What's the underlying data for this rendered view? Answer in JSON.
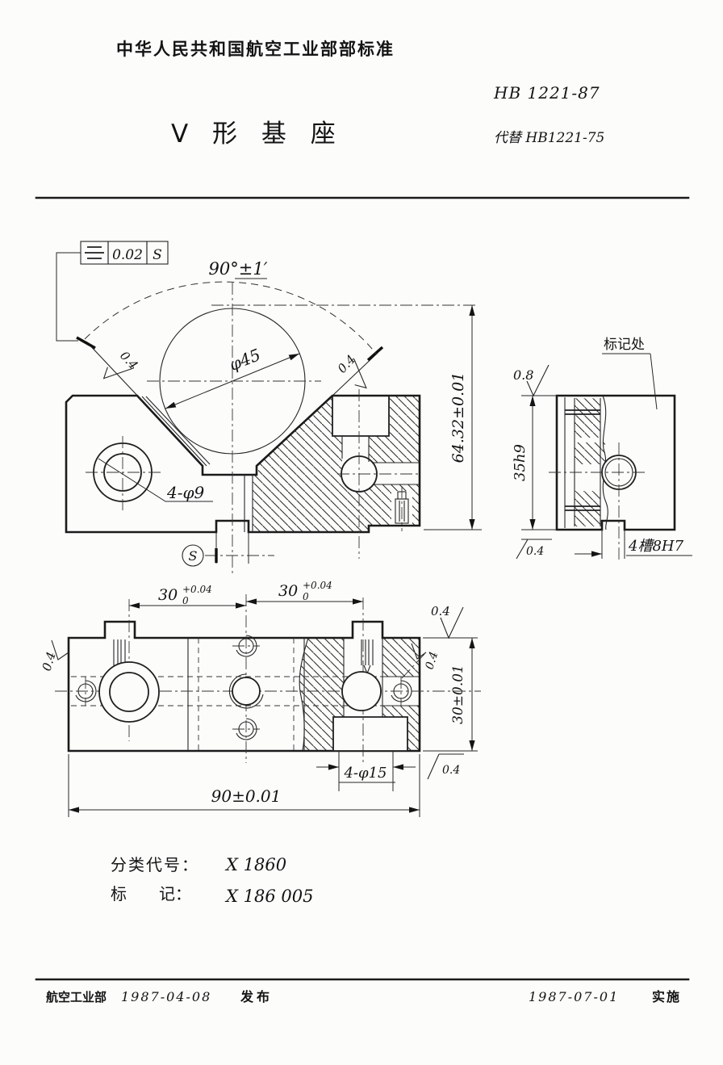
{
  "header": {
    "org_line": "中华人民共和国航空工业部部标准",
    "title": "V 形 基 座",
    "standard_no": "HB 1221-87",
    "replaces": "代替 HB1221-75"
  },
  "front_view": {
    "tolerance": {
      "symbol_icon": "symmetry-icon",
      "value": "0.02",
      "datum": "S"
    },
    "angle": "90°±1′",
    "gauge_dia": "φ45",
    "finish_left": "0.4",
    "finish_right": "0.4",
    "holes": "4-φ9",
    "height": "64.32±0.01",
    "datum": "S"
  },
  "side_view": {
    "mark_note": "标记处",
    "finish_top": "0.8",
    "height": "35h9",
    "finish_bottom": "0.4",
    "slot": "4槽8H7"
  },
  "plan_view": {
    "pitch1": {
      "value": "30",
      "upper": "+0.04",
      "lower": "0"
    },
    "pitch2": {
      "value": "30",
      "upper": "+0.04",
      "lower": "0"
    },
    "finish_left": "0.4",
    "finish_top": "0.4",
    "finish_slot": "0.4",
    "finish_bottom": "0.4",
    "width": "30±0.01",
    "holes": "4-φ15",
    "length": "90±0.01"
  },
  "classification": {
    "class_label": "分类代号：",
    "class_value": "X 1860",
    "mark_label": "标　　记：",
    "mark_value": "X 186 005"
  },
  "footer": {
    "issuer": "航空工业部",
    "issue_date": "1987-04-08",
    "issue_word": "发布",
    "impl_date": "1987-07-01",
    "impl_word": "实施"
  }
}
